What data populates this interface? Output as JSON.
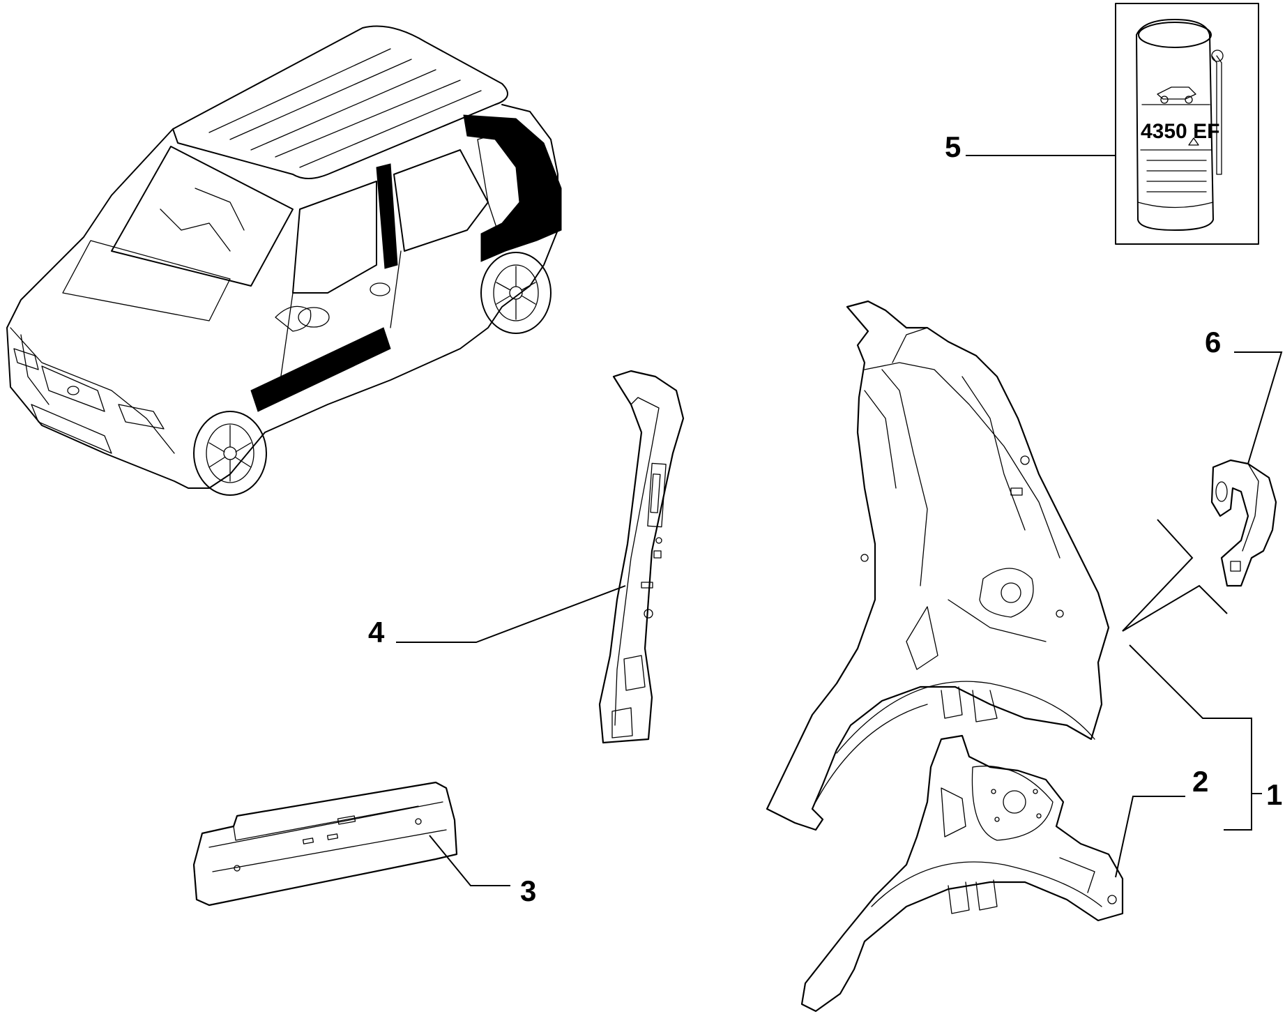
{
  "callouts": {
    "c1": "1",
    "c2": "2",
    "c3": "3",
    "c4": "4",
    "c5": "5",
    "c6": "6"
  },
  "can_label": "4350 EF",
  "colors": {
    "line": "#000000",
    "background": "#ffffff"
  }
}
